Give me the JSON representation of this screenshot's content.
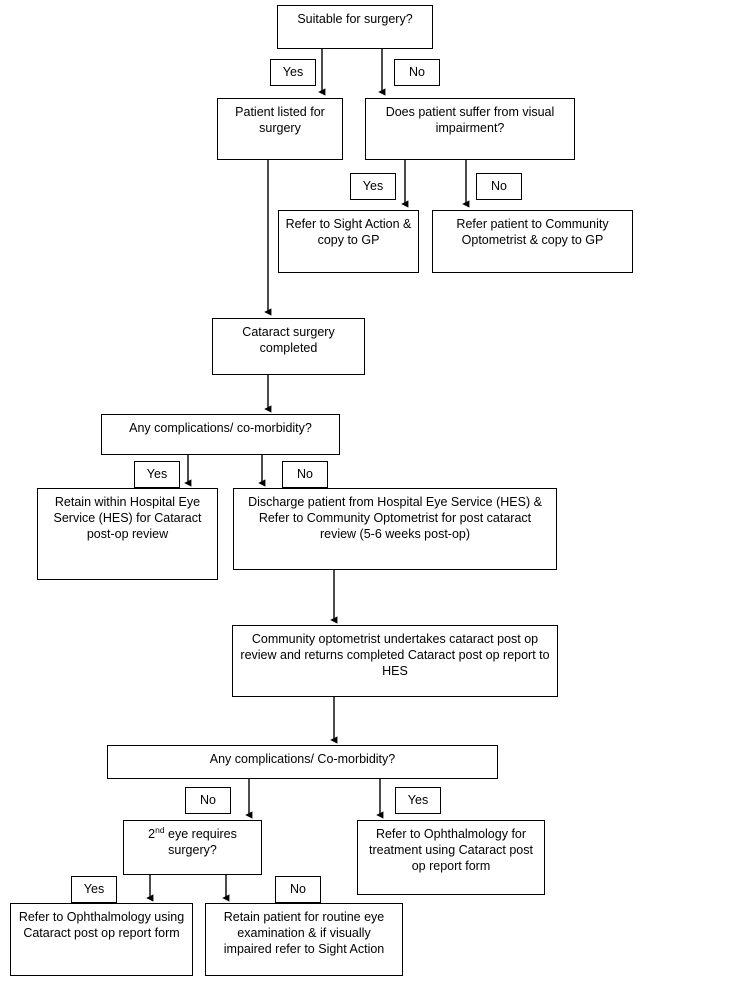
{
  "diagram": {
    "title": "Cataract post-operative care pathway flowchart",
    "stroke_color": "#000000",
    "background_color": "#ffffff",
    "nodes": [
      {
        "id": "suitable",
        "text": "Suitable for surgery?"
      },
      {
        "id": "patient_listed",
        "text": "Patient listed for surgery"
      },
      {
        "id": "visual_impairment",
        "text": "Does patient suffer from visual impairment?"
      },
      {
        "id": "refer_sight_action",
        "text": "Refer to Sight Action & copy to GP"
      },
      {
        "id": "refer_community",
        "text": "Refer patient to Community Optometrist & copy to GP"
      },
      {
        "id": "surgery_completed",
        "text": "Cataract surgery completed"
      },
      {
        "id": "complications1",
        "text": "Any complications/ co-morbidity?"
      },
      {
        "id": "retain_hes",
        "text": "Retain within Hospital Eye Service (HES) for Cataract post-op review"
      },
      {
        "id": "discharge",
        "text": "Discharge patient from Hospital Eye Service (HES) & Refer to Community Optometrist for post cataract review (5-6 weeks post-op)"
      },
      {
        "id": "community_review",
        "text": "Community optometrist undertakes cataract post op review and returns completed Cataract post op report to HES"
      },
      {
        "id": "complications2",
        "text": "Any complications/ Co-morbidity?"
      },
      {
        "id": "second_eye",
        "text": "2nd eye requires surgery?"
      },
      {
        "id": "refer_ophth_treat",
        "text": "Refer to Ophthalmology for treatment using Cataract post op report form"
      },
      {
        "id": "refer_ophth_form",
        "text": "Refer to Ophthalmology using Cataract post op report form"
      },
      {
        "id": "retain_routine",
        "text": "Retain patient for routine eye examination & if visually impaired refer to Sight Action"
      }
    ],
    "edge_labels": [
      {
        "id": "yes1",
        "text": "Yes"
      },
      {
        "id": "no1",
        "text": "No"
      },
      {
        "id": "yes2",
        "text": "Yes"
      },
      {
        "id": "no2",
        "text": "No"
      },
      {
        "id": "yes3",
        "text": "Yes"
      },
      {
        "id": "no3",
        "text": "No"
      },
      {
        "id": "no4",
        "text": "No"
      },
      {
        "id": "yes4",
        "text": "Yes"
      },
      {
        "id": "yes5",
        "text": "Yes"
      },
      {
        "id": "no5",
        "text": "No"
      }
    ]
  }
}
